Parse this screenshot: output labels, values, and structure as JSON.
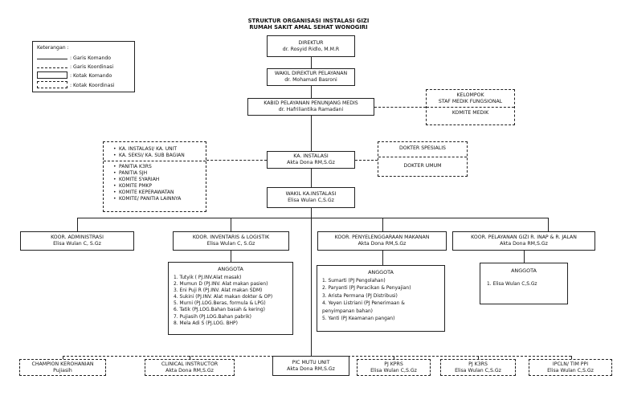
{
  "title": {
    "line1": "STRUKTUR ORGANISASI INSTALASI GIZI",
    "line2": "RUMAH SAKIT AMAL SEHAT WONOGIRI"
  },
  "legend": {
    "heading": "Keterangan :",
    "items": [
      ": Garis Komando",
      ": Garis Koordinasi",
      ": Kotak Komando",
      ": Kotak Koordinasi"
    ]
  },
  "boxes": {
    "direktur": {
      "title": "DIREKTUR",
      "name": "dr. Rosyid Ridlo, M.M.R"
    },
    "wadir": {
      "title": "WAKIL DIREKTUR PELAYANAN",
      "name": "dr. Mohamad Basroni"
    },
    "kabid": {
      "title": "KABID PELAYANAN PENUNJANG MEDIS",
      "name": "dr. Hafriliantika Ramadani"
    },
    "kelompok": {
      "line1": "KELOMPOK",
      "line2": "STAF MEDIK FUNGSIONAL",
      "line3": "KOMITE MEDIK"
    },
    "kainst": {
      "title": "KA. INSTALASI",
      "name": "Akta Dona RM,S.Gz"
    },
    "wakainst": {
      "title": "WAKIL KA.INSTALASI",
      "name": "Elisa Wulan C,S.Gz"
    },
    "dokter": {
      "line1": "DOKTER SPESIALIS",
      "line2": "DOKTER UMUM"
    }
  },
  "left_coord": {
    "top": [
      "KA. INSTALASI/ KA. UNIT",
      "KA. SEKSI/ KA. SUB BAGIAN"
    ],
    "bottom": [
      "PANITIA K3RS",
      "PANITIA SJH",
      "KOMITE SYARIAH",
      "KOMITE PMKP",
      "KOMITE KEPERAWATAN",
      "KOMITE/ PANITIA LAINNYA"
    ]
  },
  "koor": [
    {
      "title": "KOOR. ADMINISTRASI",
      "name": "Elisa Wulan C, S.Gz"
    },
    {
      "title": "KOOR. INVENTARIS & LOGISTIK",
      "name": "Elisa Wulan C, S.Gz"
    },
    {
      "title": "KOOR. PENYELENGGARAAN MAKANAN",
      "name": "Akta Dona RM,S.Gz"
    },
    {
      "title": "KOOR. PELAYANAN GIZI R. INAP & R. JALAN",
      "name": "Akta Dona RM,S.Gz"
    }
  ],
  "anggota": {
    "heading": "ANGGOTA",
    "inventaris": [
      "1.  Tutyik ( PJ.INV.Alat masak)",
      "2.  Mumun D (PJ.INV. Alat makan pasien)",
      "3.  Eni Puji R (PJ.INV. Alat makan SDM)",
      "4.  Sukini (PJ.INV. Alat makan dokter & OP)",
      "5.  Murni (PJ.LOG.Beras, formula & LPG)",
      "6.  Tatik (PJ.LOG.Bahan basah & kering)",
      "7.  Pujiasih (PJ.LOG.Bahan pabrik)",
      "8.  Mela Adi S (PJ.LOG. BHP)"
    ],
    "penyelenggaraan": [
      "1.  Sumarti (PJ Pengolahan)",
      "2.  Paryanti (PJ Peracikan & Penyajian)",
      "3.  Arista Permana (PJ Distribusi)",
      "4.  Yeyen Listriani (PJ Penerimaan &",
      "      penyimpanan bahan)",
      "5.  Yanti (PJ Keamanan pangan)"
    ],
    "pelayanan": [
      "1.  Elisa Wulan C,S.Gz"
    ]
  },
  "bottom": [
    {
      "title": "CHAMPION KEROHANIAN",
      "name": "Pujiasih"
    },
    {
      "title": "CLINICAL INSTRUCTOR",
      "name": "Akta Dona RM,S.Gz"
    },
    {
      "title": "PIC MUTU UNIT",
      "name": "Akta Dona RM,S.Gz"
    },
    {
      "title": "PJ KPRS",
      "name": "Elisa Wulan C,S.Gz"
    },
    {
      "title": "PJ K3RS",
      "name": "Elisa Wulan C,S.Gz"
    },
    {
      "title": "IPCLN/ TIM PPI",
      "name": "Elisa Wulan C,S.Gz"
    }
  ]
}
